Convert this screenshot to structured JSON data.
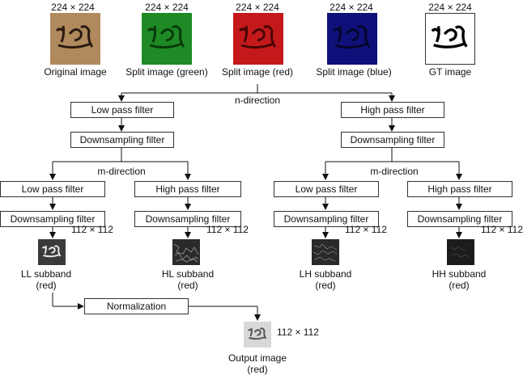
{
  "inputs": [
    {
      "size": "224 × 224",
      "label": "Original image",
      "color": "#b08a5c"
    },
    {
      "size": "224 × 224",
      "label": "Split image (green)",
      "color": "#1f8a25"
    },
    {
      "size": "224 × 224",
      "label": "Split image (red)",
      "color": "#c4191b"
    },
    {
      "size": "224 × 224",
      "label": "Split image (blue)",
      "color": "#10107a"
    },
    {
      "size": "224 × 224",
      "label": "GT image",
      "color": "#ffffff"
    }
  ],
  "level1": {
    "direction": "n-direction",
    "low_pass": "Low pass filter",
    "high_pass": "High pass filter",
    "downsampling": "Downsampling filter"
  },
  "level2": {
    "direction": "m-direction",
    "low_pass": "Low pass filter",
    "high_pass": "High pass filter",
    "downsampling": "Downsampling filter"
  },
  "subbands": [
    {
      "size": "112 × 112",
      "label_line1": "LL subband",
      "label_line2": "(red)"
    },
    {
      "size": "112 × 112",
      "label_line1": "HL subband",
      "label_line2": "(red)"
    },
    {
      "size": "112 × 112",
      "label_line1": "LH subband",
      "label_line2": "(red)"
    },
    {
      "size": "112 × 112",
      "label_line1": "HH subband",
      "label_line2": "(red)"
    }
  ],
  "normalization": "Normalization",
  "output": {
    "size": "112 × 112",
    "label_line1": "Output image",
    "label_line2": "(red)"
  }
}
